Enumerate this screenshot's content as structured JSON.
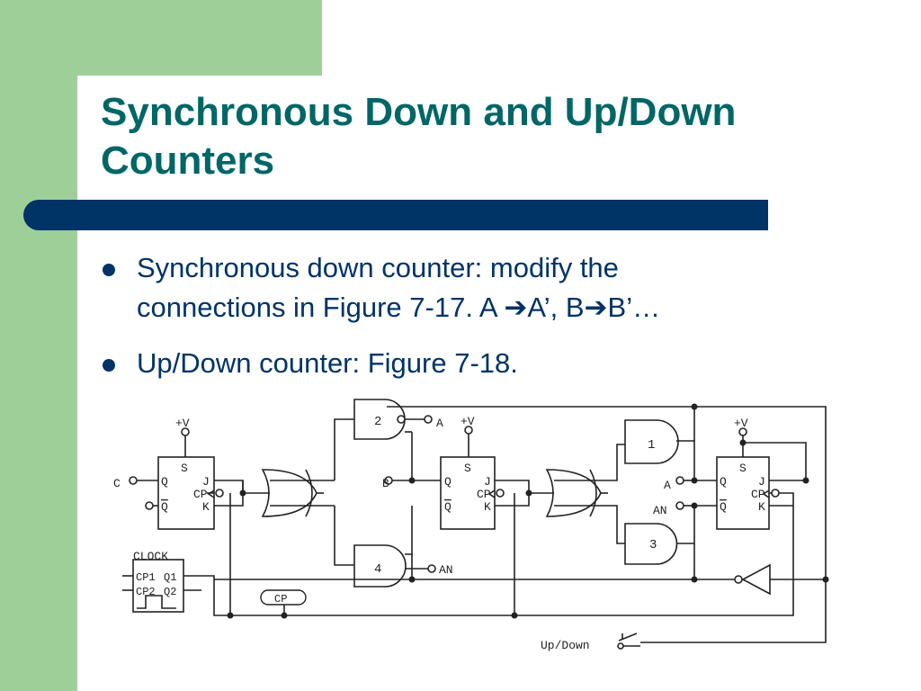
{
  "slide": {
    "title": "Synchronous Down and Up/Down Counters",
    "bullets": [
      {
        "line1": "Synchronous down counter: modify the",
        "line2": "connections in Figure 7-17.  A ➔A’, B➔B’…"
      },
      {
        "line1": "Up/Down counter: Figure 7-18."
      }
    ]
  },
  "circuit": {
    "vcc": "+V",
    "ff_pins": {
      "s": "S",
      "j": "J",
      "cp": "CP",
      "k": "K",
      "q": "Q",
      "qbar": "Q"
    },
    "gates": {
      "g1": "1",
      "g2": "2",
      "g3": "3",
      "g4": "4"
    },
    "signals": {
      "c": "C",
      "b": "B",
      "a": "A",
      "an": "AN"
    },
    "clock": {
      "label": "CLOCK",
      "cp1": "CP1",
      "q1": "Q1",
      "cp2": "CP2",
      "q2": "Q2"
    },
    "cp_badge": "CP",
    "updown_switch": "Up/Down"
  },
  "colors": {
    "title": "#006666",
    "body_text": "#003366",
    "accent_bar": "#003366",
    "side_bar": "#9ecf99"
  }
}
